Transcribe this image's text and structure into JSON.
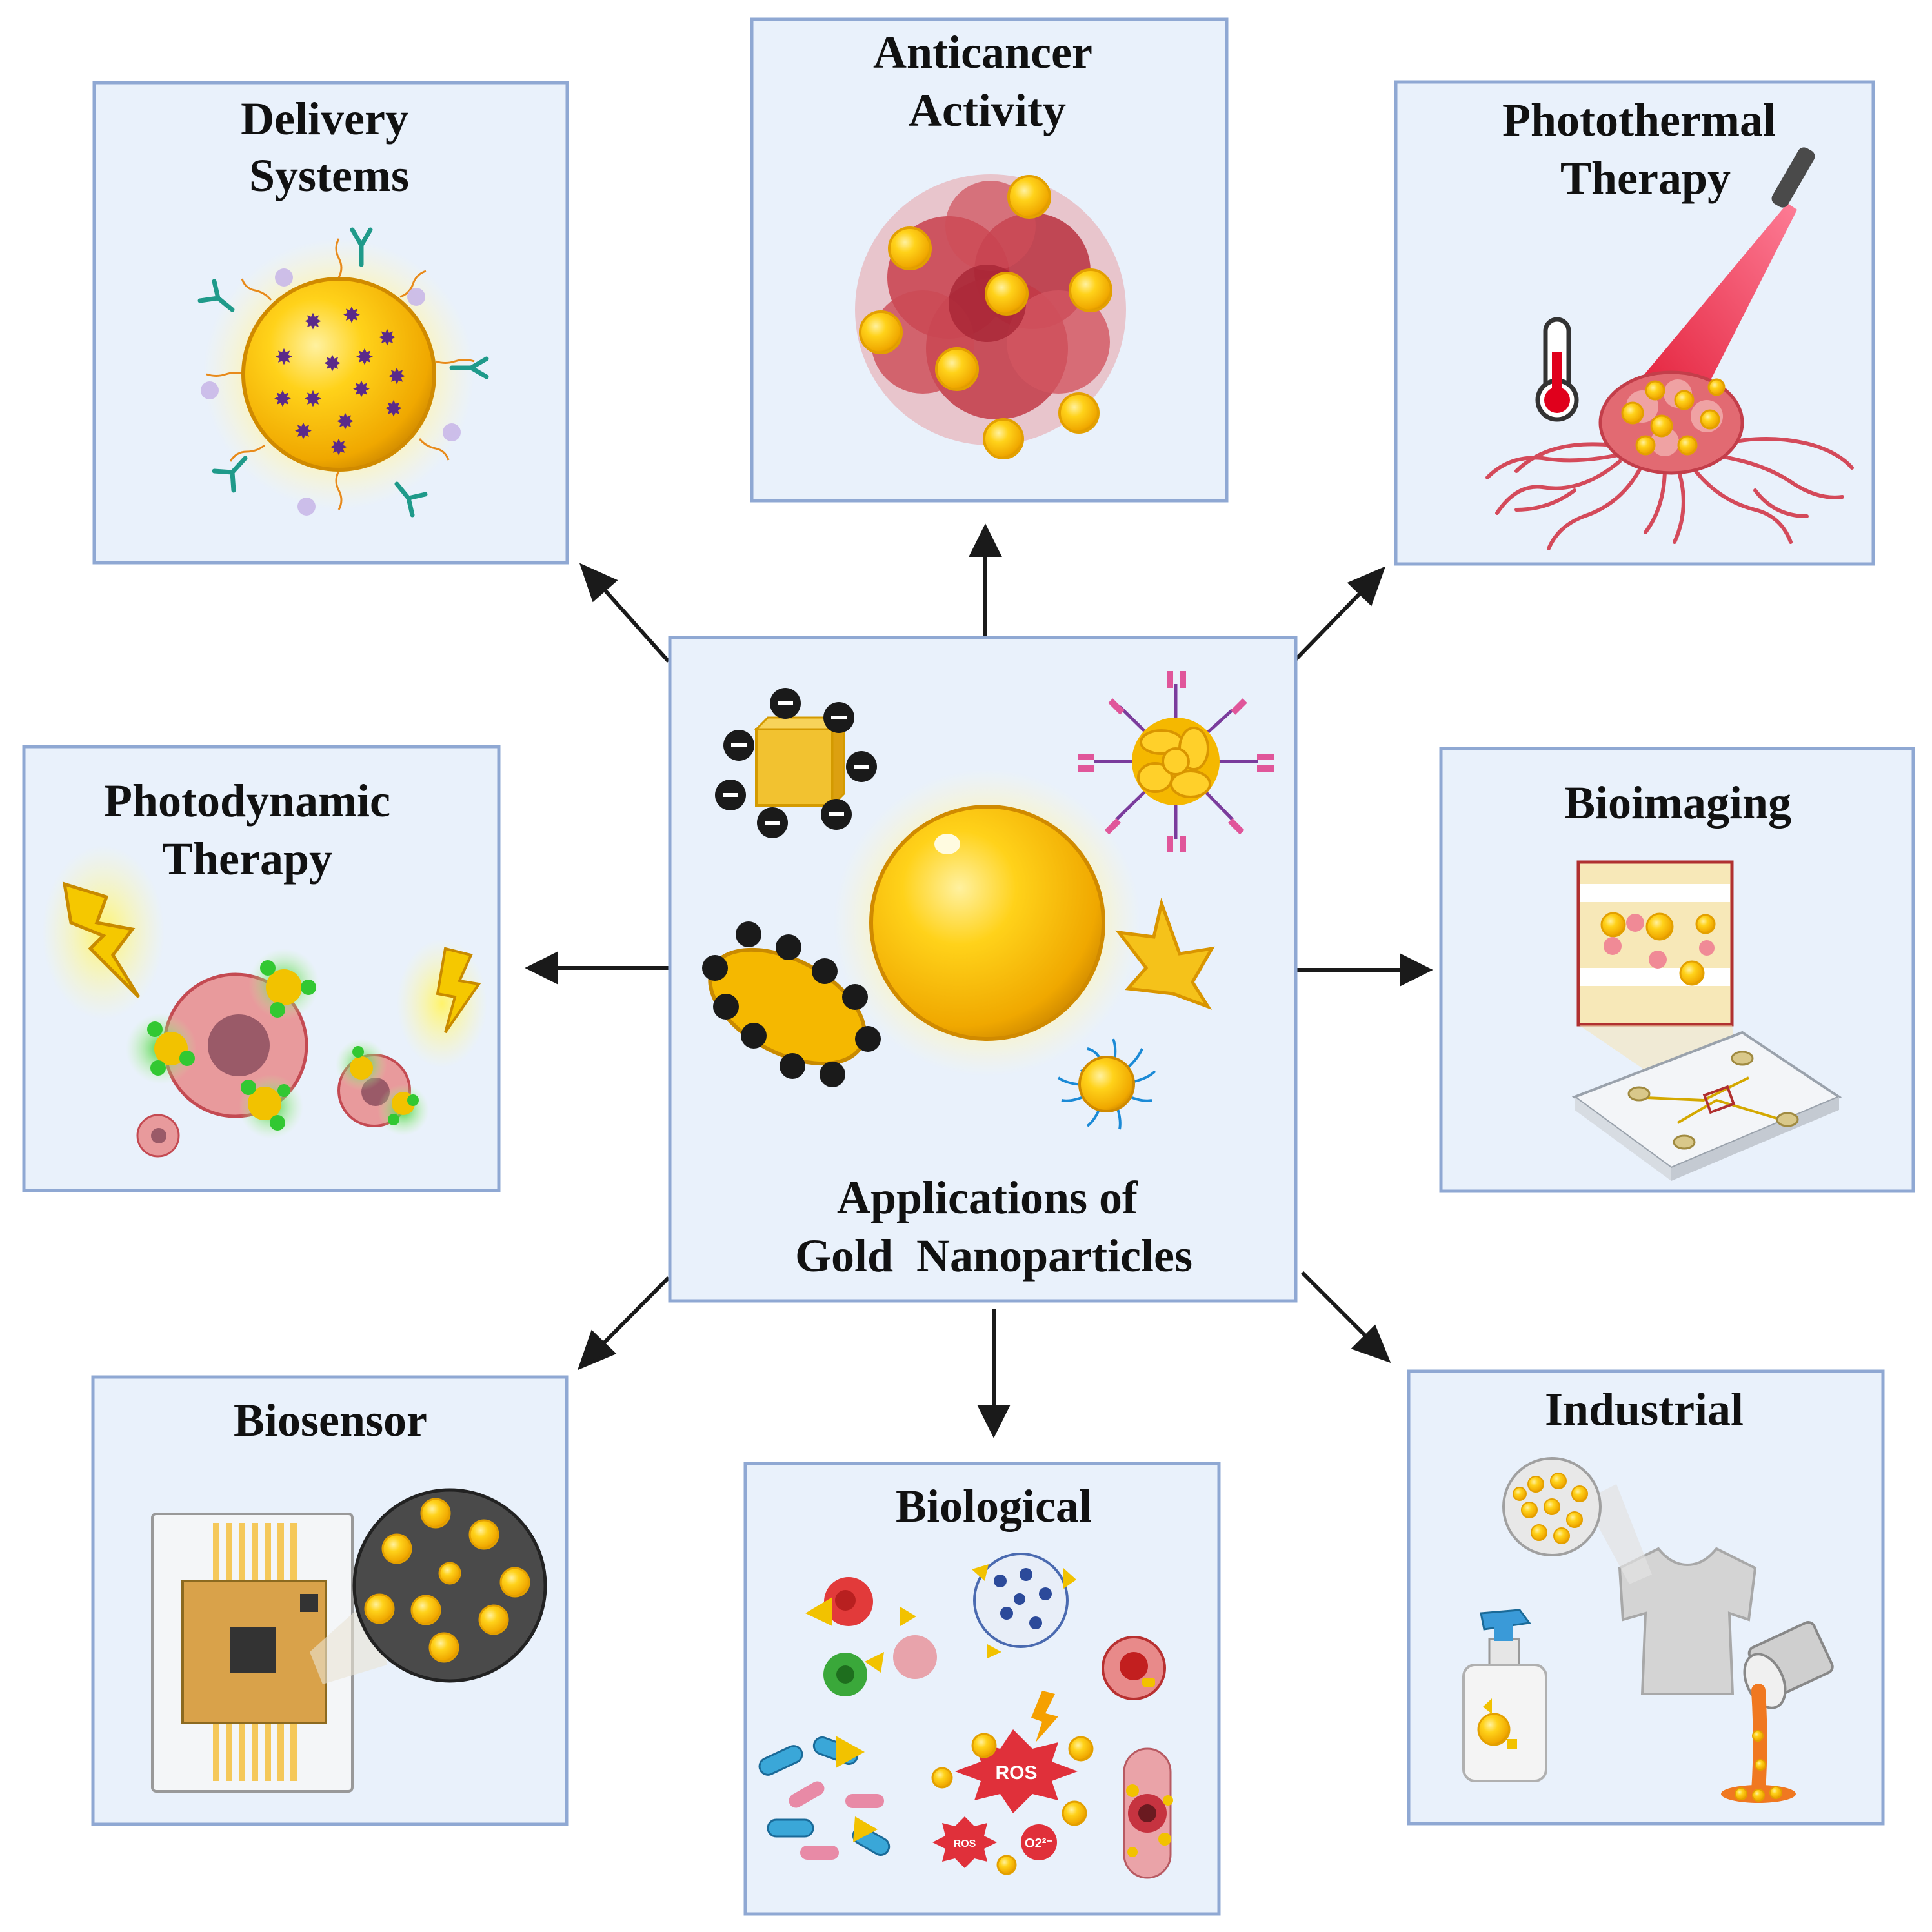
{
  "center": {
    "title_line1": "Applications of",
    "title_line2": "Gold  Nanoparticles"
  },
  "panels": {
    "delivery": {
      "line1": "Delivery",
      "line2": "Systems"
    },
    "anticancer": {
      "line1": "Anticancer",
      "line2": "Activity"
    },
    "photothermal": {
      "line1": "Photothermal",
      "line2": "Therapy"
    },
    "photodynamic": {
      "line1": "Photodynamic",
      "line2": "Therapy"
    },
    "bioimaging": {
      "line1": "Bioimaging"
    },
    "biosensor": {
      "line1": "Biosensor"
    },
    "biological": {
      "line1": "Biological",
      "ros_large": "ROS",
      "ros_small": "ROS",
      "superoxide": "O2²⁻"
    },
    "industrial": {
      "line1": "Industrial"
    }
  },
  "colors": {
    "panel_fill": "#e9f1fb",
    "panel_border": "#8fa8d3",
    "gold": "#f5b800",
    "gold_dark": "#d99500",
    "tumor_red": "#c0313c",
    "arrow": "#1a1a1a"
  }
}
